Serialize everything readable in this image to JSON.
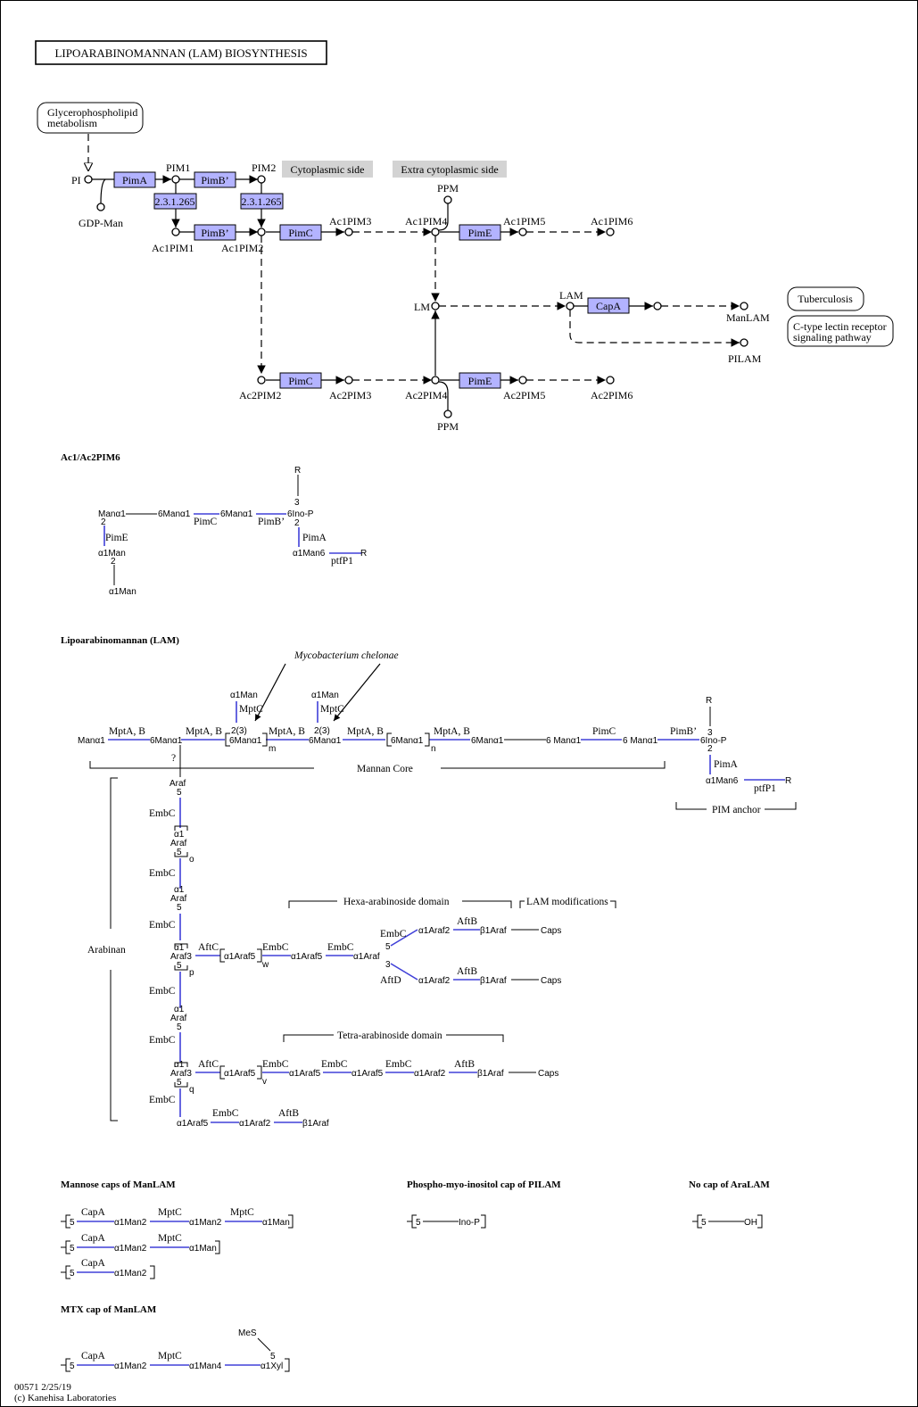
{
  "title": "LIPOARABINOMANNAN (LAM) BIOSYNTHESIS",
  "colors": {
    "enzyme_fill": "#b3b3ff",
    "bond": "#4040d8",
    "side_box": "#d3d3d3"
  },
  "map_links": {
    "glycerophospholipid": [
      "Glycerophospholipid",
      "metabolism"
    ],
    "tuberculosis": "Tuberculosis",
    "ctype": [
      "C-type lectin receptor",
      "signaling pathway"
    ]
  },
  "side_labels": {
    "cytoplasmic": "Cytoplasmic side",
    "extra": "Extra cytoplasmic side"
  },
  "enzymes": {
    "pima": "PimA",
    "pimb1": "PimB’",
    "pimb2": "PimB’",
    "ec1": "2.3.1.265",
    "ec2": "2.3.1.265",
    "pimc1": "PimC",
    "pimc2": "PimC",
    "pime1": "PimE",
    "pime2": "PimE",
    "capa": "CapA"
  },
  "compounds": {
    "pi": "PI",
    "gdpman": "GDP-Man",
    "pim1": "PIM1",
    "pim2": "PIM2",
    "ac1pim1": "Ac1PIM1",
    "ac1pim2": "Ac1PIM2",
    "ac1pim3": "Ac1PIM3",
    "ac1pim4": "Ac1PIM4",
    "ac1pim5": "Ac1PIM5",
    "ac1pim6": "Ac1PIM6",
    "ppm_top": "PPM",
    "ppm_bot": "PPM",
    "lm": "LM",
    "lam": "LAM",
    "manlam": "ManLAM",
    "pilam": "PILAM",
    "ac2pim2": "Ac2PIM2",
    "ac2pim3": "Ac2PIM3",
    "ac2pim4": "Ac2PIM4",
    "ac2pim5": "Ac2PIM5",
    "ac2pim6": "Ac2PIM6"
  },
  "sections": {
    "pim6": "Ac1/Ac2PIM6",
    "lam": "Lipoarabinomannan (LAM)",
    "mancaps": "Mannose caps of ManLAM",
    "pilamcap": "Phospho-myo-inositol cap of PILAM",
    "aralam": "No cap of AraLAM",
    "mtx": "MTX cap of ManLAM"
  },
  "pim6_structure": {
    "r_top": "R",
    "three": "3",
    "mana1": "Manα1",
    "two_a": "2",
    "man6a": "6Manα1",
    "man6b": "6Manα1",
    "ino": "6Ino-P",
    "two_b": "2",
    "pimc": "PimC",
    "pimb": "PimB’",
    "pime": "PimE",
    "pima": "PimA",
    "a1man": "α1Man",
    "two_c": "2",
    "a1man6": "α1Man6",
    "ptfp1": "ptfP1",
    "r_right": "R",
    "a1man_b": "α1Man"
  },
  "lam_structure": {
    "species": "Mycobacterium chelonae",
    "branch1_man": "α1Man",
    "branch1_enz": "MptC",
    "branch1_pos": "2(3)",
    "branch2_man": "α1Man",
    "branch2_enz": "MptC",
    "branch2_pos": "2(3)",
    "man1": "Manα1",
    "mptab1": "MptA, B",
    "man6_1": "6Manα1",
    "mptab2": "MptA, B",
    "rep_m": "6Manα1",
    "sub_m": "m",
    "mptab3": "MptA, B",
    "man6_2": "6Manα1",
    "mptab4": "MptA, B",
    "rep_n": "6Manα1",
    "sub_n": "n",
    "mptab5": "MptA, B",
    "man6_3": "6Manα1",
    "man6_4": "6 Manα1",
    "pimc": "PimC",
    "man6_5": "6 Manα1",
    "pimb": "PimB’",
    "ino": "6Ino-P",
    "r_top": "R",
    "three": "3",
    "two": "2",
    "pima": "PimA",
    "a1man6": "α1Man6",
    "ptfp1": "ptfP1",
    "r_right": "R",
    "mannan_core": "Mannan Core",
    "pim_anchor": "PIM anchor",
    "question": "?",
    "arabinan": "Arabinan",
    "hexa": "Hexa-arabinoside domain",
    "lammod": "LAM modifications",
    "tetra": "Tetra-arabinoside domain",
    "araf_top": "Araf",
    "five_top": "5",
    "embc1": "EmbC",
    "a1_1": "α1",
    "araf1": "Araf",
    "five_o": "5",
    "sub_o": "o",
    "embc2": "EmbC",
    "a1_2": "α1",
    "araf2": "Araf",
    "five_2": "5",
    "embc3": "EmbC",
    "a1_3": "α1",
    "araf3": "Araf3",
    "five_p": "5",
    "sub_p": "p",
    "aftc1": "AftC",
    "rep_w": "α1Araf5",
    "sub_w": "w",
    "embc_h1": "EmbC",
    "a1araf5_h": "α1Araf5",
    "embc_h2": "EmbC",
    "a1araf_h": "α1Araf",
    "five_h": "5",
    "three_h": "3",
    "embc_h3": "EmbC",
    "aftd": "AftD",
    "a1araf2_a": "α1Araf2",
    "aftb_a": "AftB",
    "b1araf_a": "β1Araf",
    "caps_a": "Caps",
    "a1araf2_b": "α1Araf2",
    "aftb_b": "AftB",
    "b1araf_b": "β1Araf",
    "caps_b": "Caps",
    "embc4": "EmbC",
    "a1_4": "α1",
    "araf4": "Araf",
    "five_4": "5",
    "embc5": "EmbC",
    "a1_5": "α1",
    "araf5": "Araf3",
    "five_q": "5",
    "sub_q": "q",
    "aftc2": "AftC",
    "rep_v": "α1Araf5",
    "sub_v": "v",
    "embc_t1": "EmbC",
    "a1araf5_t1": "α1Araf5",
    "embc_t2": "EmbC",
    "a1araf5_t2": "α1Araf5",
    "embc_t3": "EmbC",
    "a1araf2_t": "α1Araf2",
    "aftb_t": "AftB",
    "b1araf_t": "β1Araf",
    "caps_t": "Caps",
    "embc6": "EmbC",
    "a1araf5_b": "α1Araf5",
    "embc_b": "EmbC",
    "a1araf2_bt": "α1Araf2",
    "aftb_bt": "AftB",
    "b1araf_bt": "β1Araf"
  },
  "caps": {
    "r1": {
      "five": "5",
      "e1": "CapA",
      "m1": "α1Man2",
      "e2": "MptC",
      "m2": "α1Man2",
      "e3": "MptC",
      "m3": "α1Man"
    },
    "r2": {
      "five": "5",
      "e1": "CapA",
      "m1": "α1Man2",
      "e2": "MptC",
      "m2": "α1Man"
    },
    "r3": {
      "five": "5",
      "e1": "CapA",
      "m1": "α1Man2"
    },
    "pil": {
      "five": "5",
      "ino": "Ino-P"
    },
    "ara": {
      "five": "5",
      "oh": "OH"
    },
    "mtx": {
      "mes": "MeS",
      "five_top": "5",
      "five": "5",
      "e1": "CapA",
      "m1": "α1Man2",
      "e2": "MptC",
      "m2": "α1Man4",
      "xyl": "α1Xyl"
    }
  },
  "footer": {
    "code": "00571 2/25/19",
    "copyright": "(c) Kanehisa Laboratories"
  }
}
